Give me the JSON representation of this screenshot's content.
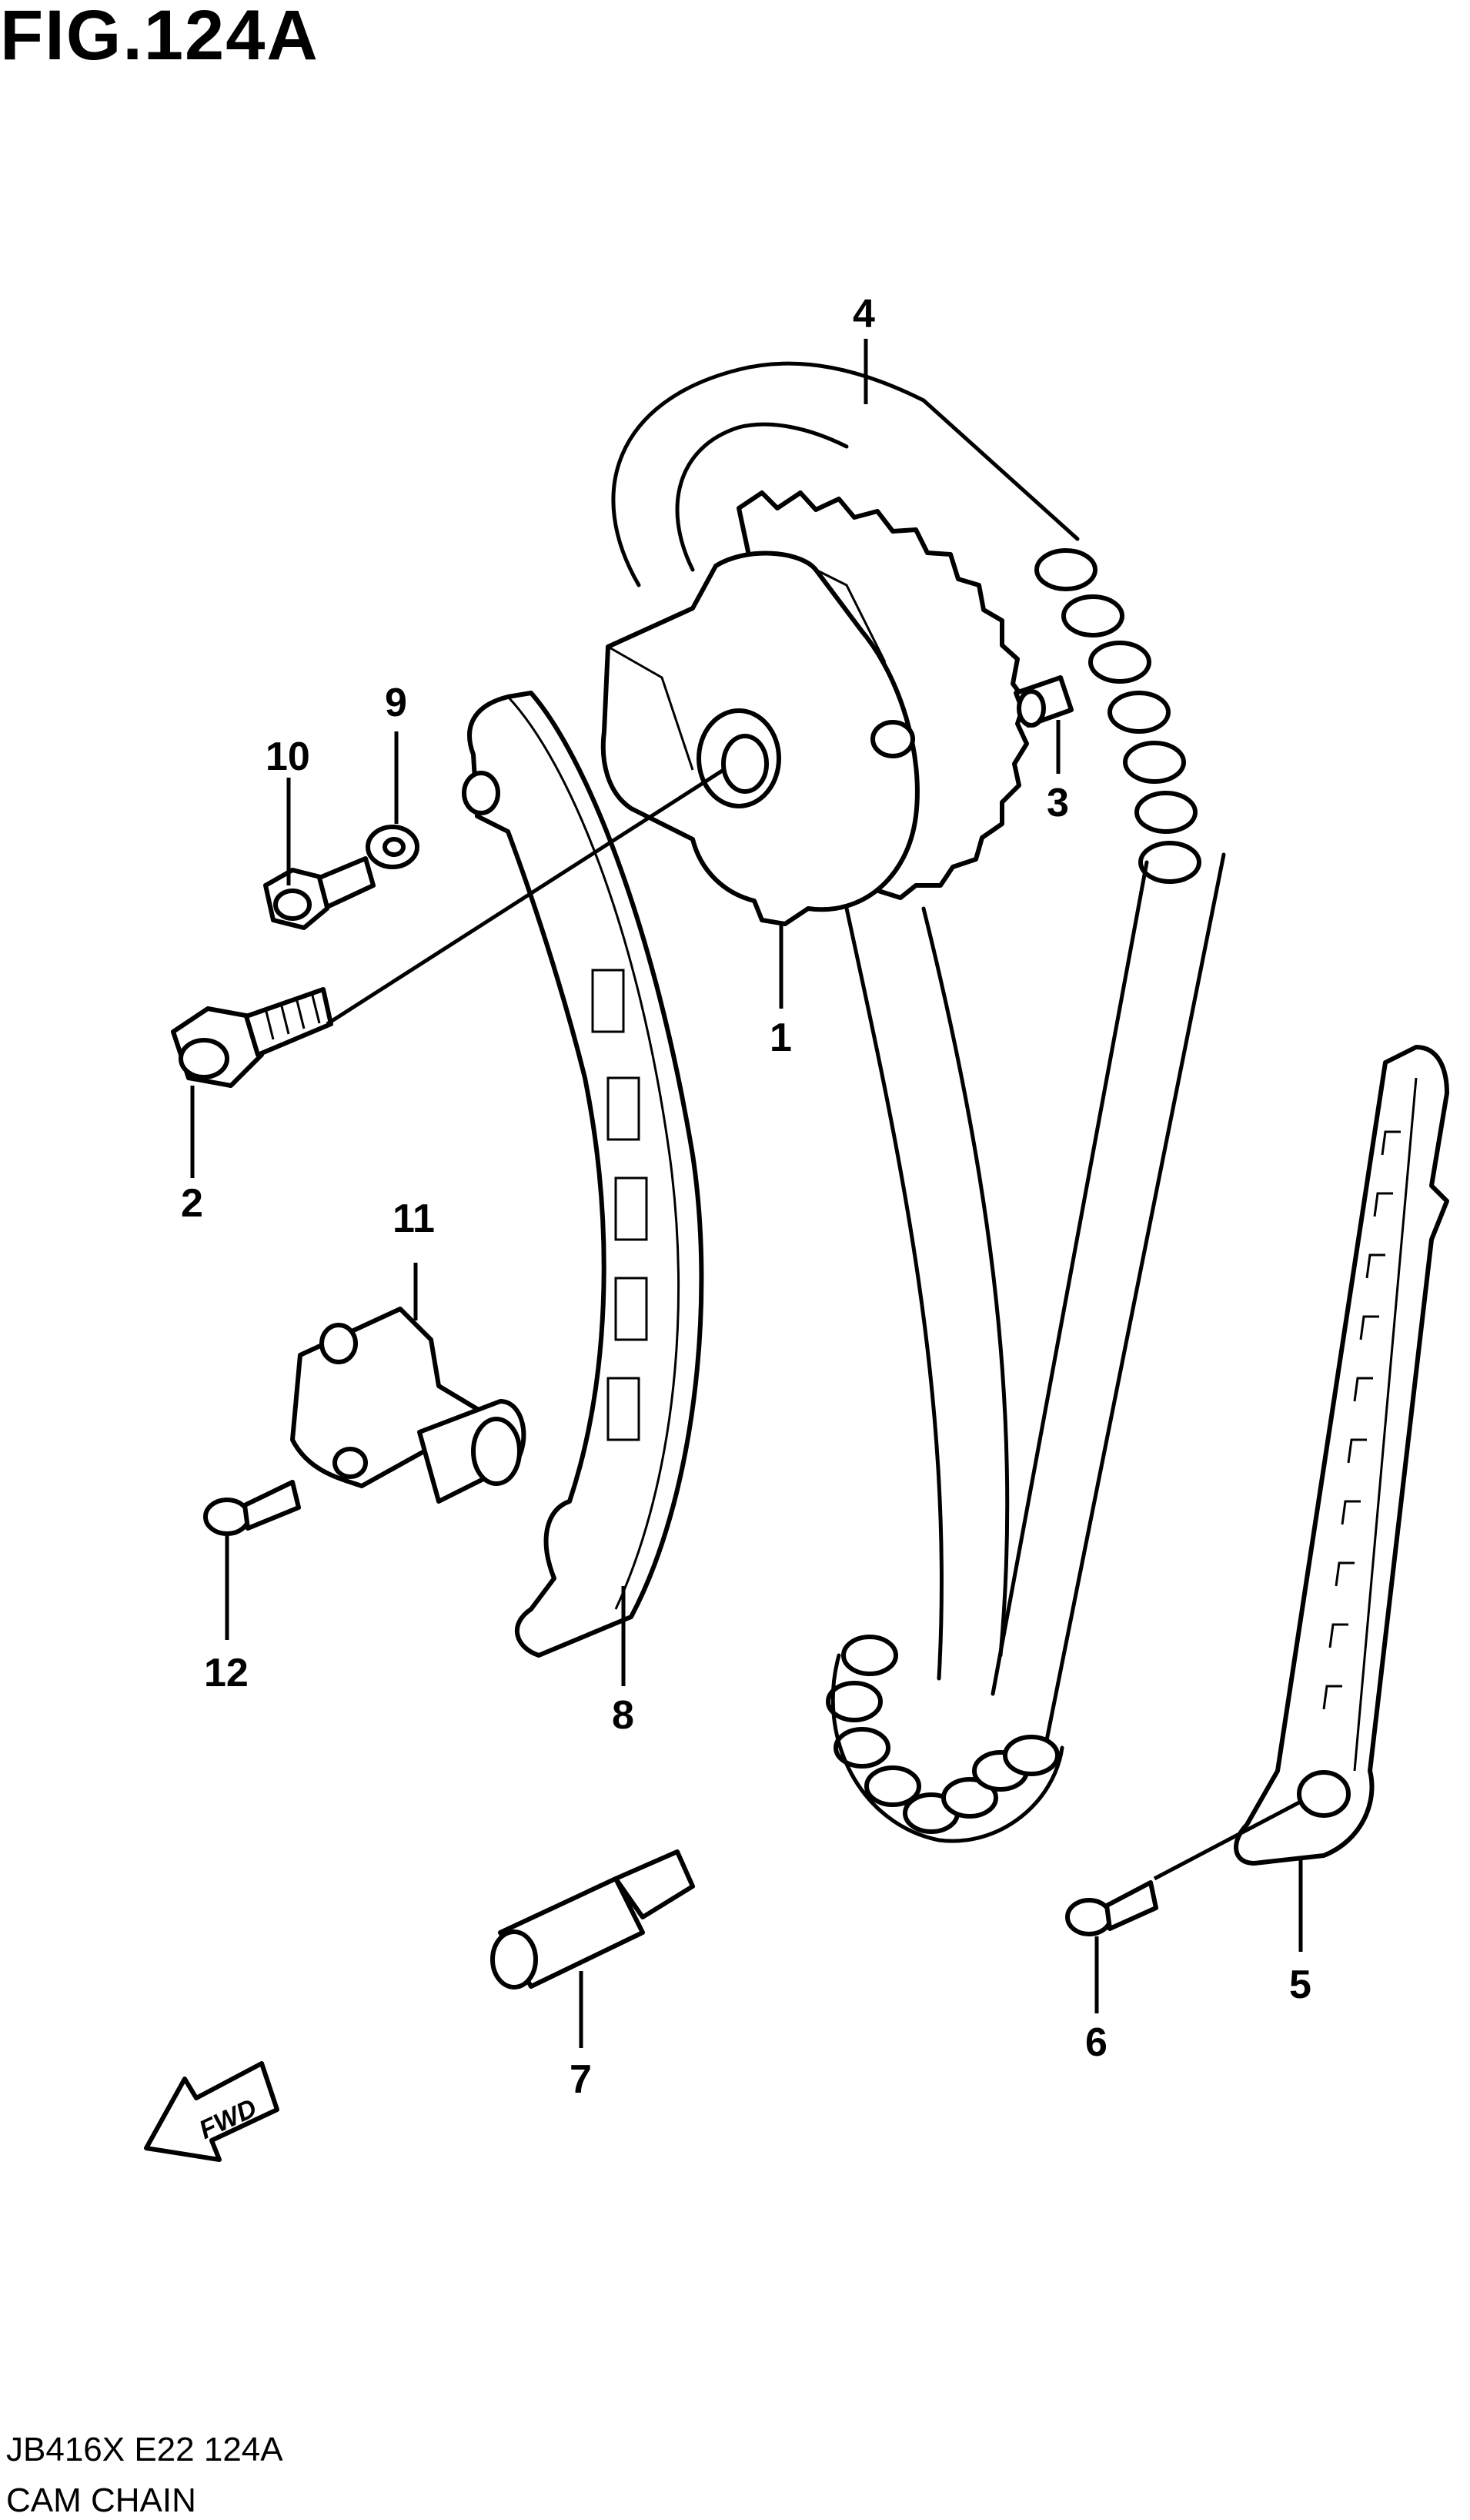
{
  "figure": {
    "title": "FIG.124A",
    "code": "JB416X E22 124A",
    "name": "CAM CHAIN",
    "direction_label": "FWD"
  },
  "callouts": [
    {
      "id": "1",
      "part": "camshaft sprocket"
    },
    {
      "id": "2",
      "part": "sprocket bolt"
    },
    {
      "id": "3",
      "part": "pin"
    },
    {
      "id": "4",
      "part": "cam chain"
    },
    {
      "id": "5",
      "part": "chain guide"
    },
    {
      "id": "6",
      "part": "guide bolt"
    },
    {
      "id": "7",
      "part": "pin"
    },
    {
      "id": "8",
      "part": "tensioner adjuster arm"
    },
    {
      "id": "9",
      "part": "washer"
    },
    {
      "id": "10",
      "part": "bolt"
    },
    {
      "id": "11",
      "part": "chain tensioner"
    },
    {
      "id": "12",
      "part": "tensioner bolt"
    }
  ]
}
